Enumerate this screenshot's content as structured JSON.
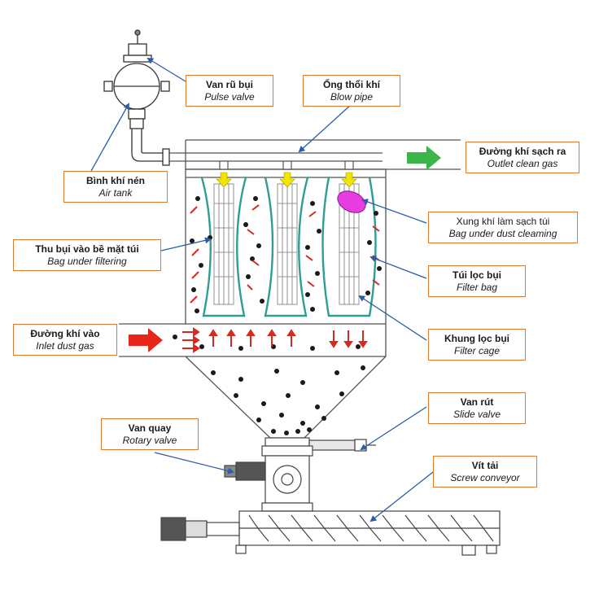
{
  "colors": {
    "label_border": "#e07a2e",
    "leader_line": "#2a5ea8",
    "bag_outline": "#2e9e92",
    "inlet_arrow": "#e8261c",
    "outlet_arrow": "#3bb54a",
    "pulse_arrow": "#f2e600",
    "cleaning_pulse": "#e63ce0",
    "dust": "#1a1a1a",
    "flow_arrows": "#d42a20"
  },
  "labels": {
    "pulse_valve": {
      "vi": "Van rũ bụi",
      "en": "Pulse valve"
    },
    "blow_pipe": {
      "vi": "Ống thổi khí",
      "en": "Blow pipe"
    },
    "outlet_clean_gas": {
      "vi": "Đường khí sạch ra",
      "en": "Outlet clean gas"
    },
    "air_tank": {
      "vi": "Bình khí nén",
      "en": "Air tank"
    },
    "bag_under_dust_cleaning": {
      "vi": "Xung khí làm sạch túi",
      "en": "Bag under dust cleaming"
    },
    "bag_under_filtering": {
      "vi": "Thu bụi vào bề mặt túi",
      "en": "Bag under filtering"
    },
    "filter_bag": {
      "vi": "Túi lọc bụi",
      "en": "Filter bag"
    },
    "inlet_dust_gas": {
      "vi": "Đường khí vào",
      "en": "Inlet dust gas"
    },
    "filter_cage": {
      "vi": "Khung lọc bụi",
      "en": "Filter cage"
    },
    "slide_valve": {
      "vi": "Van rút",
      "en": "Slide valve"
    },
    "rotary_valve": {
      "vi": "Van quay",
      "en": "Rotary valve"
    },
    "screw_conveyor": {
      "vi": "Vít tải",
      "en": "Screw conveyor"
    }
  }
}
